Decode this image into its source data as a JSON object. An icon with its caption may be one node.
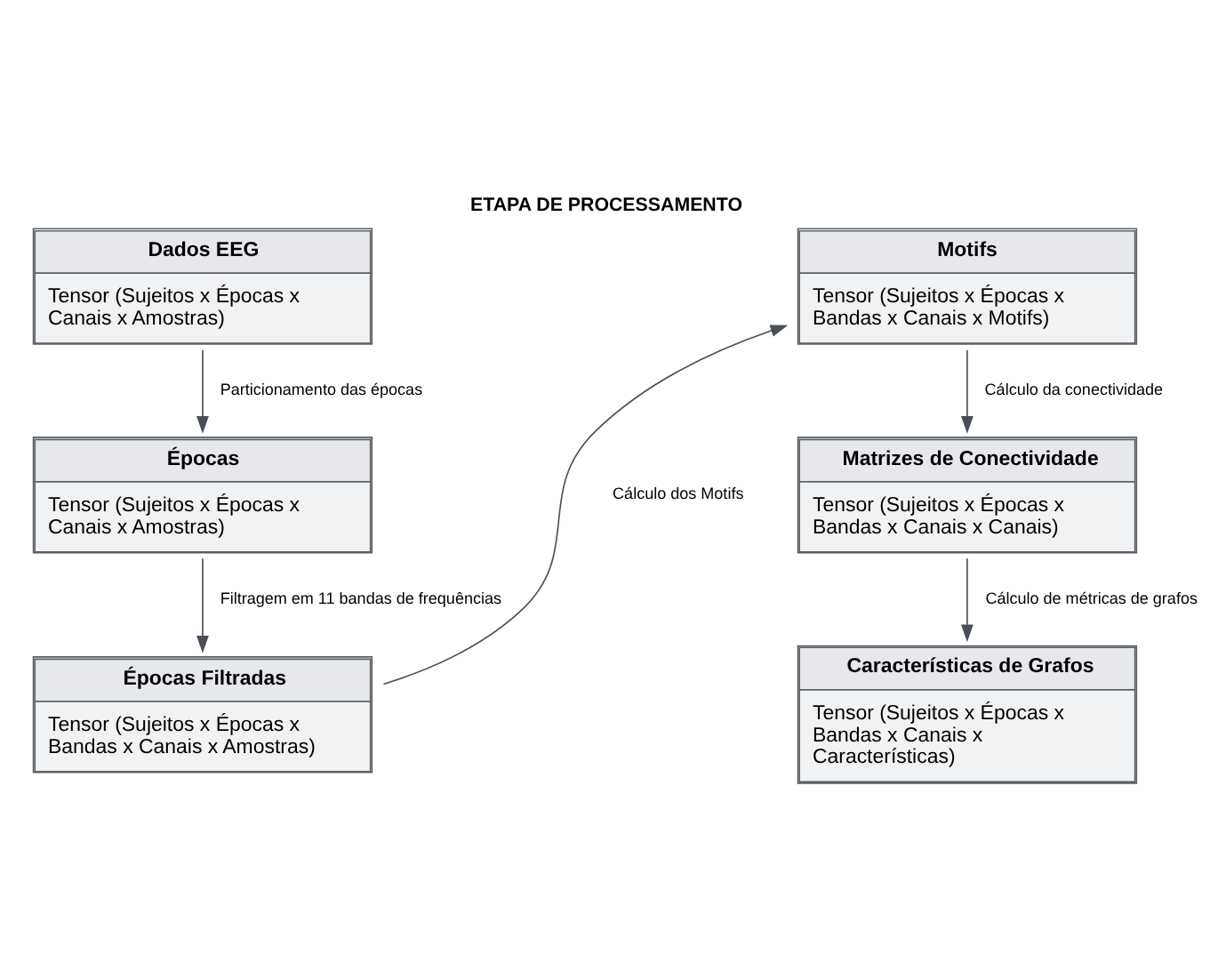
{
  "diagram": {
    "title": "ETAPA DE PROCESSAMENTO",
    "nodes": [
      {
        "text": [
          "Dados EEG",
          "Tensor (Sujeitos x Épocas x Canais x Amostras)"
        ]
      },
      {
        "text": [
          "Épocas",
          "Tensor (Sujeitos x Épocas x Canais x Amostras)"
        ]
      },
      {
        "text": [
          "Épocas Filtradas",
          "Tensor (Sujeitos x Épocas x Bandas x Canais x Amostras)"
        ]
      },
      {
        "text": [
          "Motifs",
          "Tensor (Sujeitos x Épocas x Bandas x Canais x Motifs)"
        ]
      },
      {
        "text": [
          "Matrizes de Conectividade",
          "Tensor (Sujeitos x Épocas x Bandas x Canais x Canais)"
        ]
      },
      {
        "text": [
          "Características de Grafos",
          "Tensor (Sujeitos x Épocas x Bandas x Canais x Características)"
        ]
      }
    ],
    "edges": [
      {
        "from": 0,
        "to": 1,
        "arrow": "to",
        "label": "Particionamento das épocas"
      },
      {
        "from": 1,
        "to": 2,
        "arrow": "to",
        "label": "Filtragem em 11 bandas de frequências"
      },
      {
        "from": 2,
        "to": 3,
        "arrow": "to",
        "label": "Cálculo dos Motifs"
      },
      {
        "from": 3,
        "to": 4,
        "arrow": "to",
        "label": "Cálculo da conectividade"
      },
      {
        "from": 4,
        "to": 5,
        "arrow": "to",
        "label": "Cálculo de métricas de grafos"
      }
    ]
  }
}
